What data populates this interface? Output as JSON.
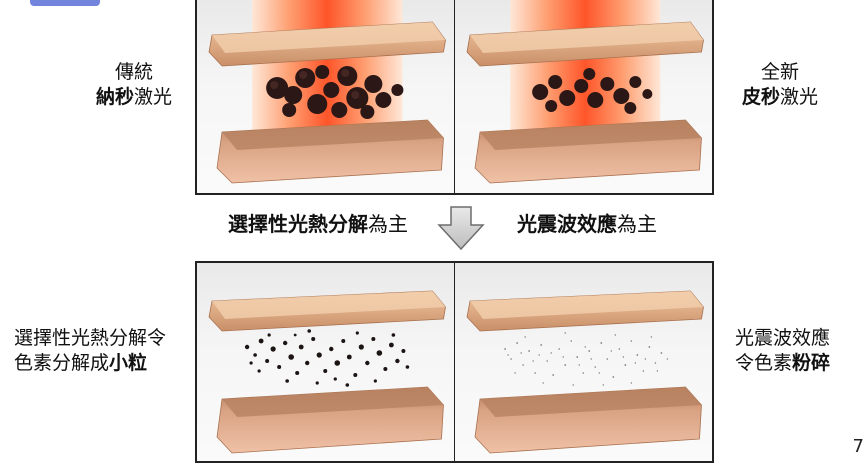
{
  "labels": {
    "traditional_line1": "傳統",
    "traditional_bold": "納秒",
    "traditional_suffix": "激光",
    "new_line1": "全新",
    "new_bold": "皮秒",
    "new_suffix": "激光",
    "mid_left_bold": "選擇性光熱分解",
    "mid_left_suffix": "為主",
    "mid_right_bold": "光震波效應",
    "mid_right_suffix": "為主",
    "bottom_left_line1": "選擇性光熱分解令",
    "bottom_left_line2_prefix": "色素分解成",
    "bottom_left_line2_bold": "小粒",
    "bottom_right_line1": "光震波效應",
    "bottom_right_line2_prefix": "令色素",
    "bottom_right_line2_bold": "粉碎",
    "page_number": "7"
  },
  "icons": {
    "arrow": "down-arrow-icon"
  },
  "colors": {
    "laser_core": "#ff5a2a",
    "laser_edge": "#ffd3b0",
    "skin_top": "#e8b98f",
    "skin_body": "#d9a07a",
    "pigment": "#2a1716"
  }
}
